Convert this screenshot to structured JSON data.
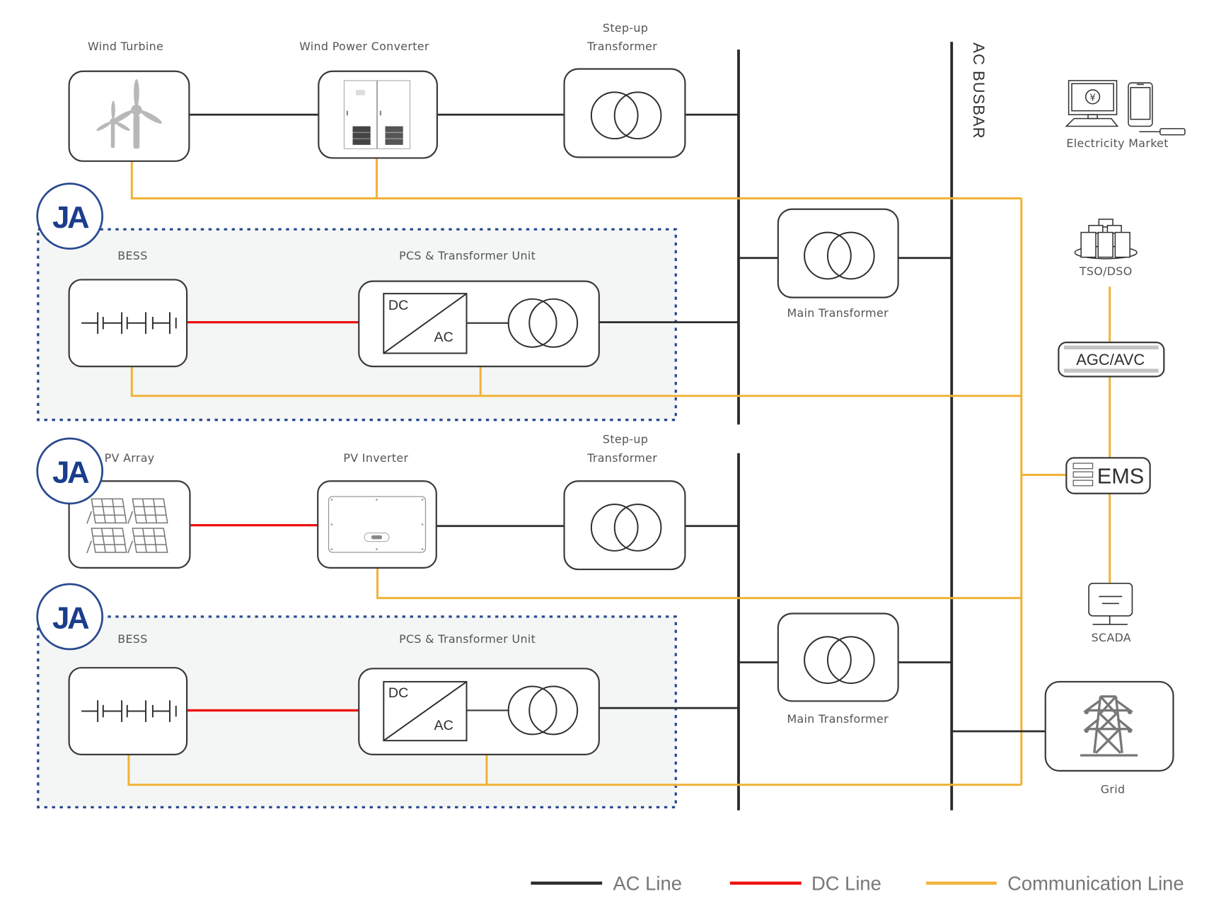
{
  "diagram": {
    "busbar_label": "AC BUSBAR",
    "brand_logo_text": "JA",
    "colors": {
      "ac_line": "#2b2b2b",
      "dc_line": "#ee1111",
      "communication_line": "#f0b33a",
      "zone_border": "#2a4a8f",
      "zone_fill": "#f4f6f6"
    },
    "wind_branch": {
      "wind_turbine": "Wind Turbine",
      "wind_power_converter": "Wind Power Converter",
      "step_up_transformer_line1": "Step-up",
      "step_up_transformer_line2": "Transformer"
    },
    "bess_branch_1": {
      "bess": "BESS",
      "pcs_unit": "PCS & Transformer Unit",
      "dc_label": "DC",
      "ac_label": "AC"
    },
    "main_transformer_1": "Main Transformer",
    "pv_branch": {
      "pv_array": "PV Array",
      "pv_inverter": "PV Inverter",
      "step_up_transformer_line1": "Step-up",
      "step_up_transformer_line2": "Transformer"
    },
    "bess_branch_2": {
      "bess": "BESS",
      "pcs_unit": "PCS & Transformer Unit",
      "dc_label": "DC",
      "ac_label": "AC"
    },
    "main_transformer_2": "Main Transformer",
    "control": {
      "electricity_market": "Electricity Market",
      "tso_dso": "TSO/DSO",
      "agc_avc": "AGC/AVC",
      "ems": "EMS",
      "scada": "SCADA",
      "grid": "Grid",
      "currency_symbol": "¥"
    },
    "legend": [
      {
        "label": "AC Line",
        "color": "#2b2b2b"
      },
      {
        "label": "DC Line",
        "color": "#ee1111"
      },
      {
        "label": "Communication Line",
        "color": "#f0b33a"
      }
    ]
  }
}
